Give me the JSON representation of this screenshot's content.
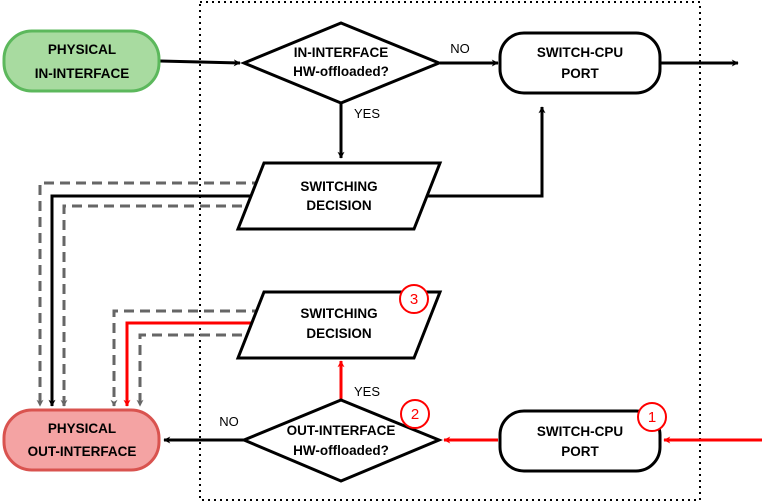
{
  "colors": {
    "stroke": "#000000",
    "fill": "#ffffff",
    "in_fill": "#a8dba0",
    "in_stroke": "#5cb85c",
    "out_fill": "#f4a3a3",
    "out_stroke": "#d9534f",
    "highlight": "#ff0000",
    "dashed": "#666666"
  },
  "nodes": {
    "physical_in": {
      "line1": "PHYSICAL",
      "line2": "IN-INTERFACE"
    },
    "in_hw_offloaded": {
      "line1": "IN-INTERFACE",
      "line2": "HW-offloaded?"
    },
    "switch_cpu_top": {
      "line1": "SWITCH-CPU",
      "line2": "PORT"
    },
    "switching_decision_top": {
      "line1": "SWITCHING",
      "line2": "DECISION"
    },
    "switching_decision_bottom": {
      "line1": "SWITCHING",
      "line2": "DECISION"
    },
    "physical_out": {
      "line1": "PHYSICAL",
      "line2": "OUT-INTERFACE"
    },
    "out_hw_offloaded": {
      "line1": "OUT-INTERFACE",
      "line2": "HW-offloaded?"
    },
    "switch_cpu_bottom": {
      "line1": "SWITCH-CPU",
      "line2": "PORT"
    }
  },
  "edges": {
    "in_no": "NO",
    "in_yes": "YES",
    "out_yes": "YES",
    "out_no": "NO"
  },
  "badges": {
    "b1": "1",
    "b2": "2",
    "b3": "3"
  }
}
